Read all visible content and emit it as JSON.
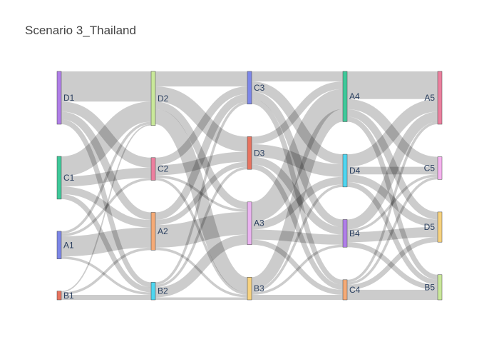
{
  "chart_data": {
    "type": "sankey",
    "title": "Scenario 3_Thailand",
    "colors": {
      "link": "#000000",
      "node_border": "#444444",
      "label": "#2a3f5f",
      "title": "#444444",
      "background": "#ffffff"
    },
    "link_opacity": 0.2,
    "columns": [
      [
        {
          "label": "D1",
          "color": "#b07ee8"
        },
        {
          "label": "C1",
          "color": "#3ec99a"
        },
        {
          "label": "A1",
          "color": "#7c86e8"
        },
        {
          "label": "B1",
          "color": "#e8735f"
        }
      ],
      [
        {
          "label": "D2",
          "color": "#c9e89a"
        },
        {
          "label": "C2",
          "color": "#ec7f9e"
        },
        {
          "label": "A2",
          "color": "#f5aa76"
        },
        {
          "label": "B2",
          "color": "#4fd6f0"
        }
      ],
      [
        {
          "label": "C3",
          "color": "#7c86e8"
        },
        {
          "label": "D3",
          "color": "#e8735f"
        },
        {
          "label": "A3",
          "color": "#eab2f0"
        },
        {
          "label": "B3",
          "color": "#f7d27e"
        }
      ],
      [
        {
          "label": "A4",
          "color": "#3ec99a"
        },
        {
          "label": "D4",
          "color": "#4fd6f0"
        },
        {
          "label": "B4",
          "color": "#b07ee8"
        },
        {
          "label": "C4",
          "color": "#f5aa76"
        }
      ],
      [
        {
          "label": "A5",
          "color": "#ec7f9e"
        },
        {
          "label": "C5",
          "color": "#f7b2f0"
        },
        {
          "label": "D5",
          "color": "#f7d27e"
        },
        {
          "label": "B5",
          "color": "#c9e89a"
        }
      ]
    ],
    "links": [
      {
        "source": "D1",
        "target": "D2",
        "value": 12
      },
      {
        "source": "D1",
        "target": "C2",
        "value": 4
      },
      {
        "source": "D1",
        "target": "A2",
        "value": 3
      },
      {
        "source": "D1",
        "target": "B2",
        "value": 2
      },
      {
        "source": "C1",
        "target": "D2",
        "value": 8
      },
      {
        "source": "C1",
        "target": "C2",
        "value": 4
      },
      {
        "source": "C1",
        "target": "A2",
        "value": 3
      },
      {
        "source": "C1",
        "target": "B2",
        "value": 2
      },
      {
        "source": "A1",
        "target": "D2",
        "value": 1
      },
      {
        "source": "A1",
        "target": "C2",
        "value": 1
      },
      {
        "source": "A1",
        "target": "A2",
        "value": 8
      },
      {
        "source": "A1",
        "target": "B2",
        "value": 1
      },
      {
        "source": "B1",
        "target": "D2",
        "value": 0.5
      },
      {
        "source": "B1",
        "target": "A2",
        "value": 1
      },
      {
        "source": "B1",
        "target": "B2",
        "value": 2
      },
      {
        "source": "D2",
        "target": "C3",
        "value": 6
      },
      {
        "source": "D2",
        "target": "D3",
        "value": 6
      },
      {
        "source": "D2",
        "target": "A3",
        "value": 3
      },
      {
        "source": "D2",
        "target": "B3",
        "value": 6
      },
      {
        "source": "C2",
        "target": "C3",
        "value": 3
      },
      {
        "source": "C2",
        "target": "D3",
        "value": 4
      },
      {
        "source": "C2",
        "target": "A3",
        "value": 1
      },
      {
        "source": "C2",
        "target": "B3",
        "value": 1
      },
      {
        "source": "A2",
        "target": "C3",
        "value": 3
      },
      {
        "source": "A2",
        "target": "D3",
        "value": 2
      },
      {
        "source": "A2",
        "target": "A3",
        "value": 9
      },
      {
        "source": "A2",
        "target": "B3",
        "value": 1
      },
      {
        "source": "B2",
        "target": "C3",
        "value": 1
      },
      {
        "source": "B2",
        "target": "D3",
        "value": 1
      },
      {
        "source": "B2",
        "target": "A3",
        "value": 4
      },
      {
        "source": "B2",
        "target": "B3",
        "value": 1
      },
      {
        "source": "C3",
        "target": "A4",
        "value": 4
      },
      {
        "source": "C3",
        "target": "D4",
        "value": 4
      },
      {
        "source": "C3",
        "target": "B4",
        "value": 3
      },
      {
        "source": "C3",
        "target": "C4",
        "value": 2
      },
      {
        "source": "D3",
        "target": "A4",
        "value": 3
      },
      {
        "source": "D3",
        "target": "D4",
        "value": 5
      },
      {
        "source": "D3",
        "target": "B4",
        "value": 3
      },
      {
        "source": "D3",
        "target": "C4",
        "value": 2
      },
      {
        "source": "A3",
        "target": "A4",
        "value": 8
      },
      {
        "source": "A3",
        "target": "D4",
        "value": 3
      },
      {
        "source": "A3",
        "target": "B4",
        "value": 4
      },
      {
        "source": "A3",
        "target": "C4",
        "value": 2
      },
      {
        "source": "B3",
        "target": "A4",
        "value": 5
      },
      {
        "source": "B3",
        "target": "D4",
        "value": 1
      },
      {
        "source": "B3",
        "target": "B4",
        "value": 1
      },
      {
        "source": "B3",
        "target": "C4",
        "value": 2
      },
      {
        "source": "A4",
        "target": "A5",
        "value": 11
      },
      {
        "source": "A4",
        "target": "C5",
        "value": 4
      },
      {
        "source": "A4",
        "target": "D5",
        "value": 3
      },
      {
        "source": "A4",
        "target": "B5",
        "value": 2
      },
      {
        "source": "D4",
        "target": "A5",
        "value": 5
      },
      {
        "source": "D4",
        "target": "C5",
        "value": 3
      },
      {
        "source": "D4",
        "target": "D5",
        "value": 3
      },
      {
        "source": "D4",
        "target": "B5",
        "value": 2
      },
      {
        "source": "B4",
        "target": "A5",
        "value": 4
      },
      {
        "source": "B4",
        "target": "C5",
        "value": 1
      },
      {
        "source": "B4",
        "target": "D5",
        "value": 4
      },
      {
        "source": "B4",
        "target": "B5",
        "value": 2
      },
      {
        "source": "C4",
        "target": "A5",
        "value": 1
      },
      {
        "source": "C4",
        "target": "C5",
        "value": 1
      },
      {
        "source": "C4",
        "target": "D5",
        "value": 2
      },
      {
        "source": "C4",
        "target": "B5",
        "value": 4
      }
    ]
  }
}
